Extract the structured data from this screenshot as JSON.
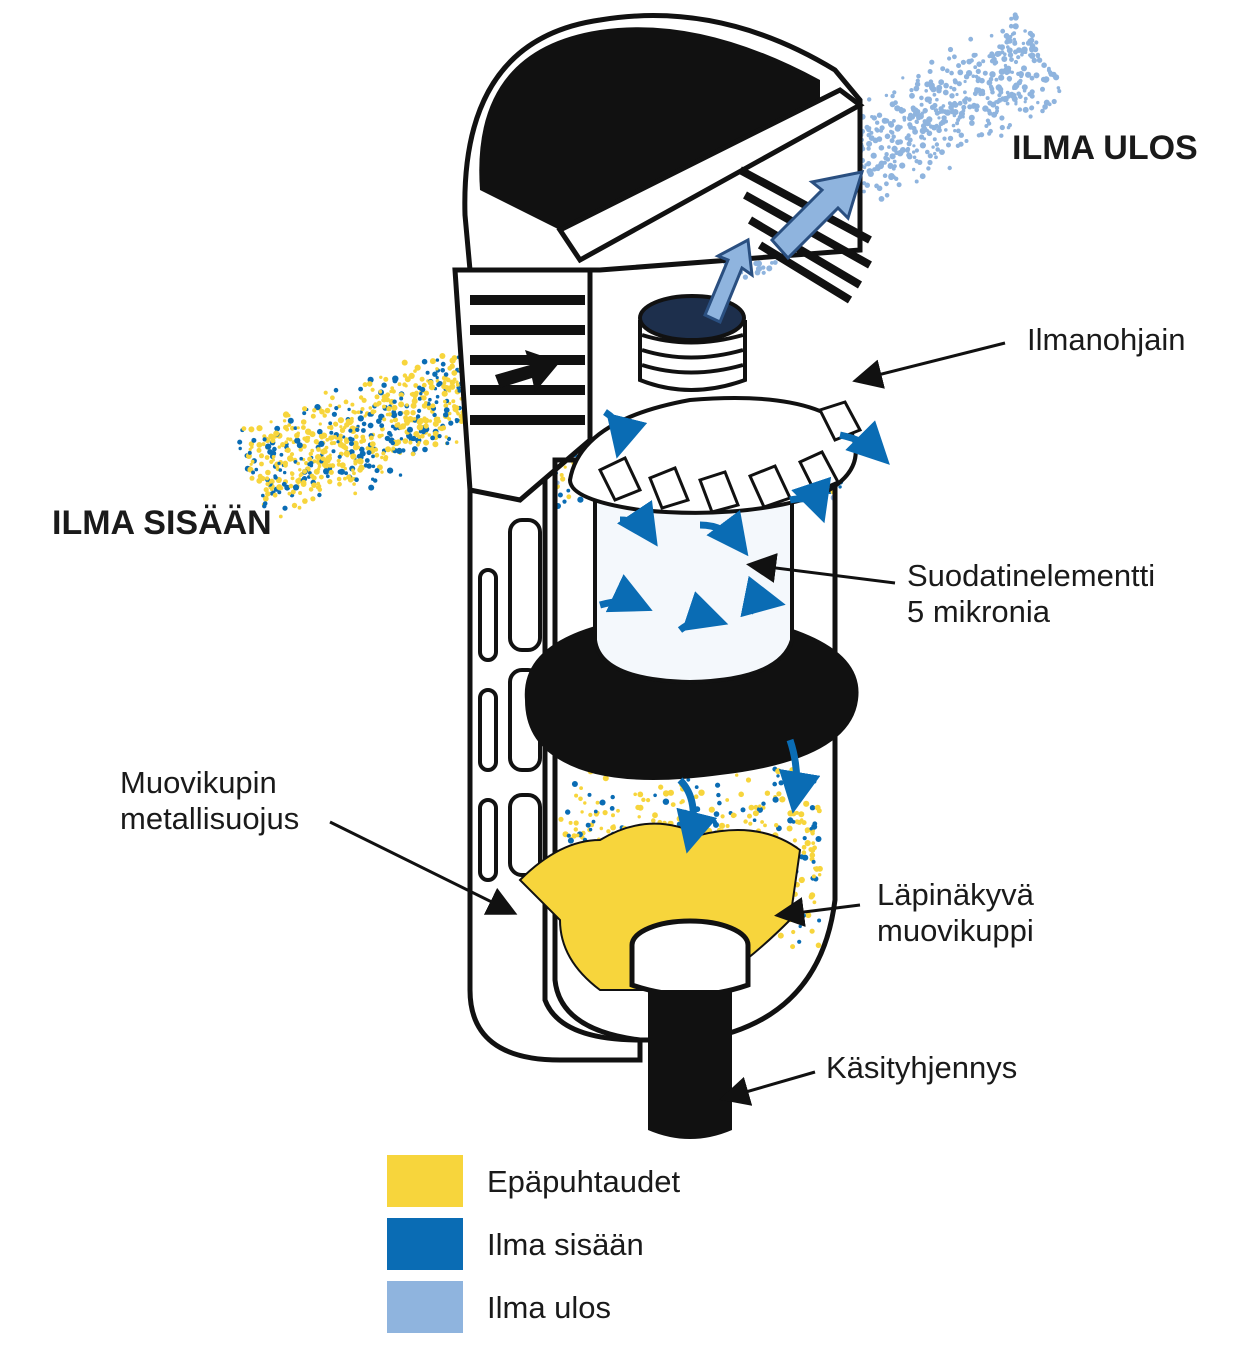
{
  "colors": {
    "impurities": "#f7d53c",
    "air_in": "#0a6cb4",
    "air_out": "#8fb4de",
    "outline": "#111111"
  },
  "labels": {
    "air_out": "ILMA ULOS",
    "air_in": "ILMA SISÄÄN",
    "deflector": "Ilmanohjain",
    "filter_line1": "Suodatinelementti",
    "filter_line2": "5 mikronia",
    "guard_line1": "Muovikupin",
    "guard_line2": "metallisuojus",
    "bowl_line1": "Läpinäkyvä",
    "bowl_line2": "muovikuppi",
    "drain": "Käsityhjennys"
  },
  "legend": [
    {
      "label": "Epäpuhtaudet",
      "color": "#f7d53c",
      "icon": "impurities-swatch"
    },
    {
      "label": "Ilma sisään",
      "color": "#0a6cb4",
      "icon": "air-in-swatch"
    },
    {
      "label": "Ilma ulos",
      "color": "#8fb4de",
      "icon": "air-out-swatch"
    }
  ]
}
